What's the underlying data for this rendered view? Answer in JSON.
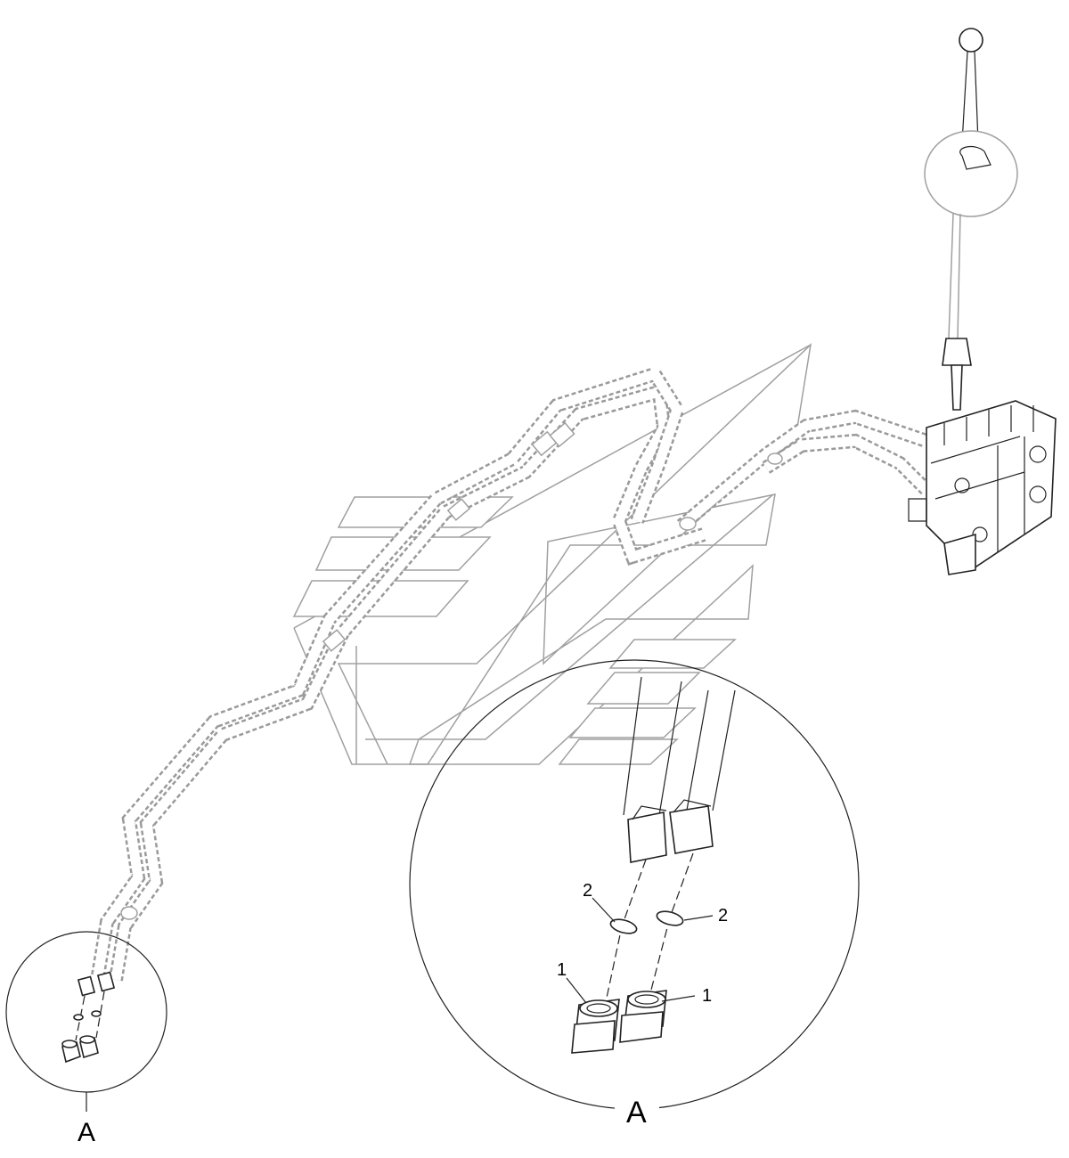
{
  "callouts": {
    "item_1_left": "1",
    "item_1_right": "1",
    "item_2_left": "2",
    "item_2_right": "2"
  },
  "views": {
    "small_detail": "A",
    "large_detail": "A"
  }
}
